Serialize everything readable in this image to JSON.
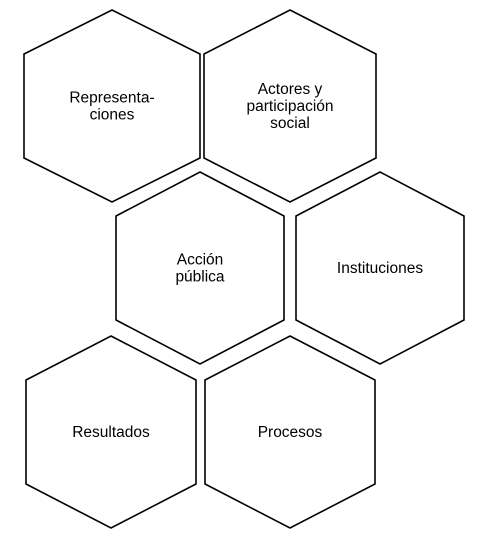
{
  "diagram": {
    "stroke_color": "#000000",
    "fill_color": "#ffffff",
    "nodes": [
      {
        "id": "representaciones",
        "lines": [
          "Representa-",
          "ciones"
        ]
      },
      {
        "id": "actores",
        "lines": [
          "Actores y",
          "participación",
          "social"
        ]
      },
      {
        "id": "accion-publica",
        "lines": [
          "Acción",
          "pública"
        ]
      },
      {
        "id": "instituciones",
        "lines": [
          "Instituciones"
        ]
      },
      {
        "id": "resultados",
        "lines": [
          "Resultados"
        ]
      },
      {
        "id": "procesos",
        "lines": [
          "Procesos"
        ]
      }
    ]
  }
}
